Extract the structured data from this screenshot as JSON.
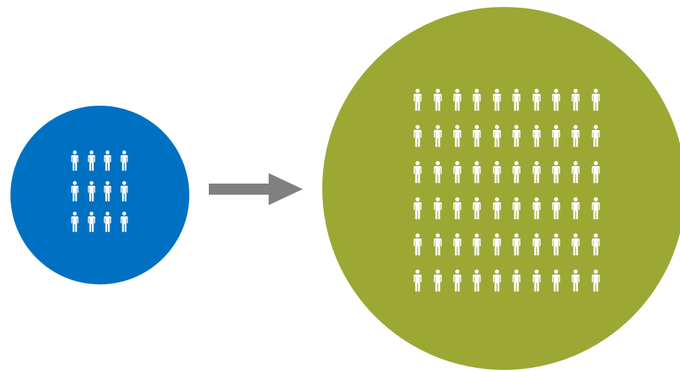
{
  "colors": {
    "small_circle": "#0071C2",
    "large_circle": "#9CA834",
    "arrow": "#808080",
    "person": "#FFFFFF"
  },
  "diagram": {
    "small_group": {
      "icon": "person-icon",
      "count": 12,
      "columns": 4,
      "rows": 3
    },
    "large_group": {
      "icon": "person-icon",
      "count": 60,
      "columns": 10,
      "rows": 6
    },
    "connector": {
      "icon": "arrow-right-icon"
    }
  }
}
